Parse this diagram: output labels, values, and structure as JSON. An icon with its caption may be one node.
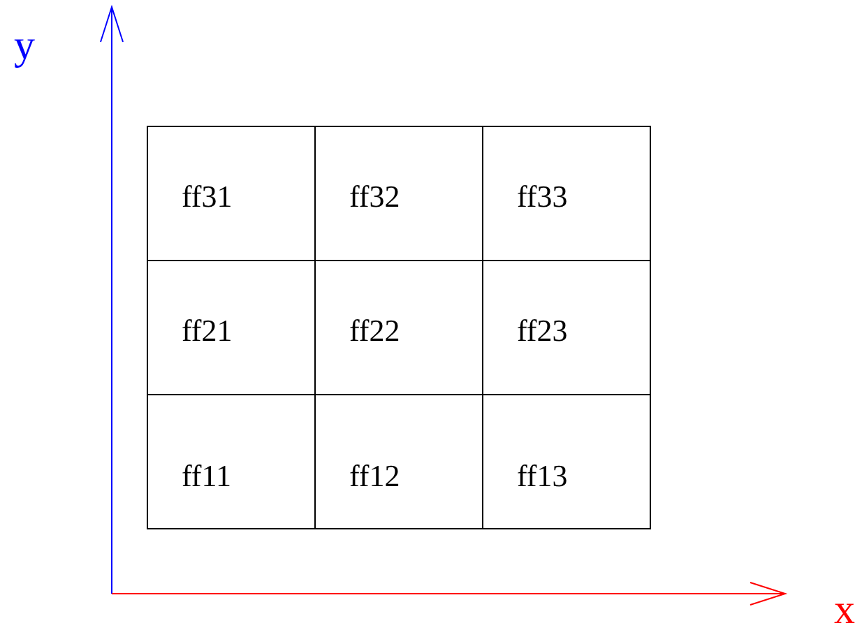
{
  "diagram": {
    "nodes": [
      {
        "text": [
          "ff31"
        ]
      },
      {
        "text": [
          "ff32"
        ]
      },
      {
        "text": [
          "ff33"
        ]
      },
      {
        "text": [
          "ff21"
        ]
      },
      {
        "text": [
          "ff22"
        ]
      },
      {
        "text": [
          "ff23"
        ]
      },
      {
        "text": [
          "ff11"
        ]
      },
      {
        "text": [
          "ff12"
        ]
      },
      {
        "text": [
          "ff13"
        ]
      }
    ],
    "labels": [
      "y",
      "x"
    ]
  }
}
